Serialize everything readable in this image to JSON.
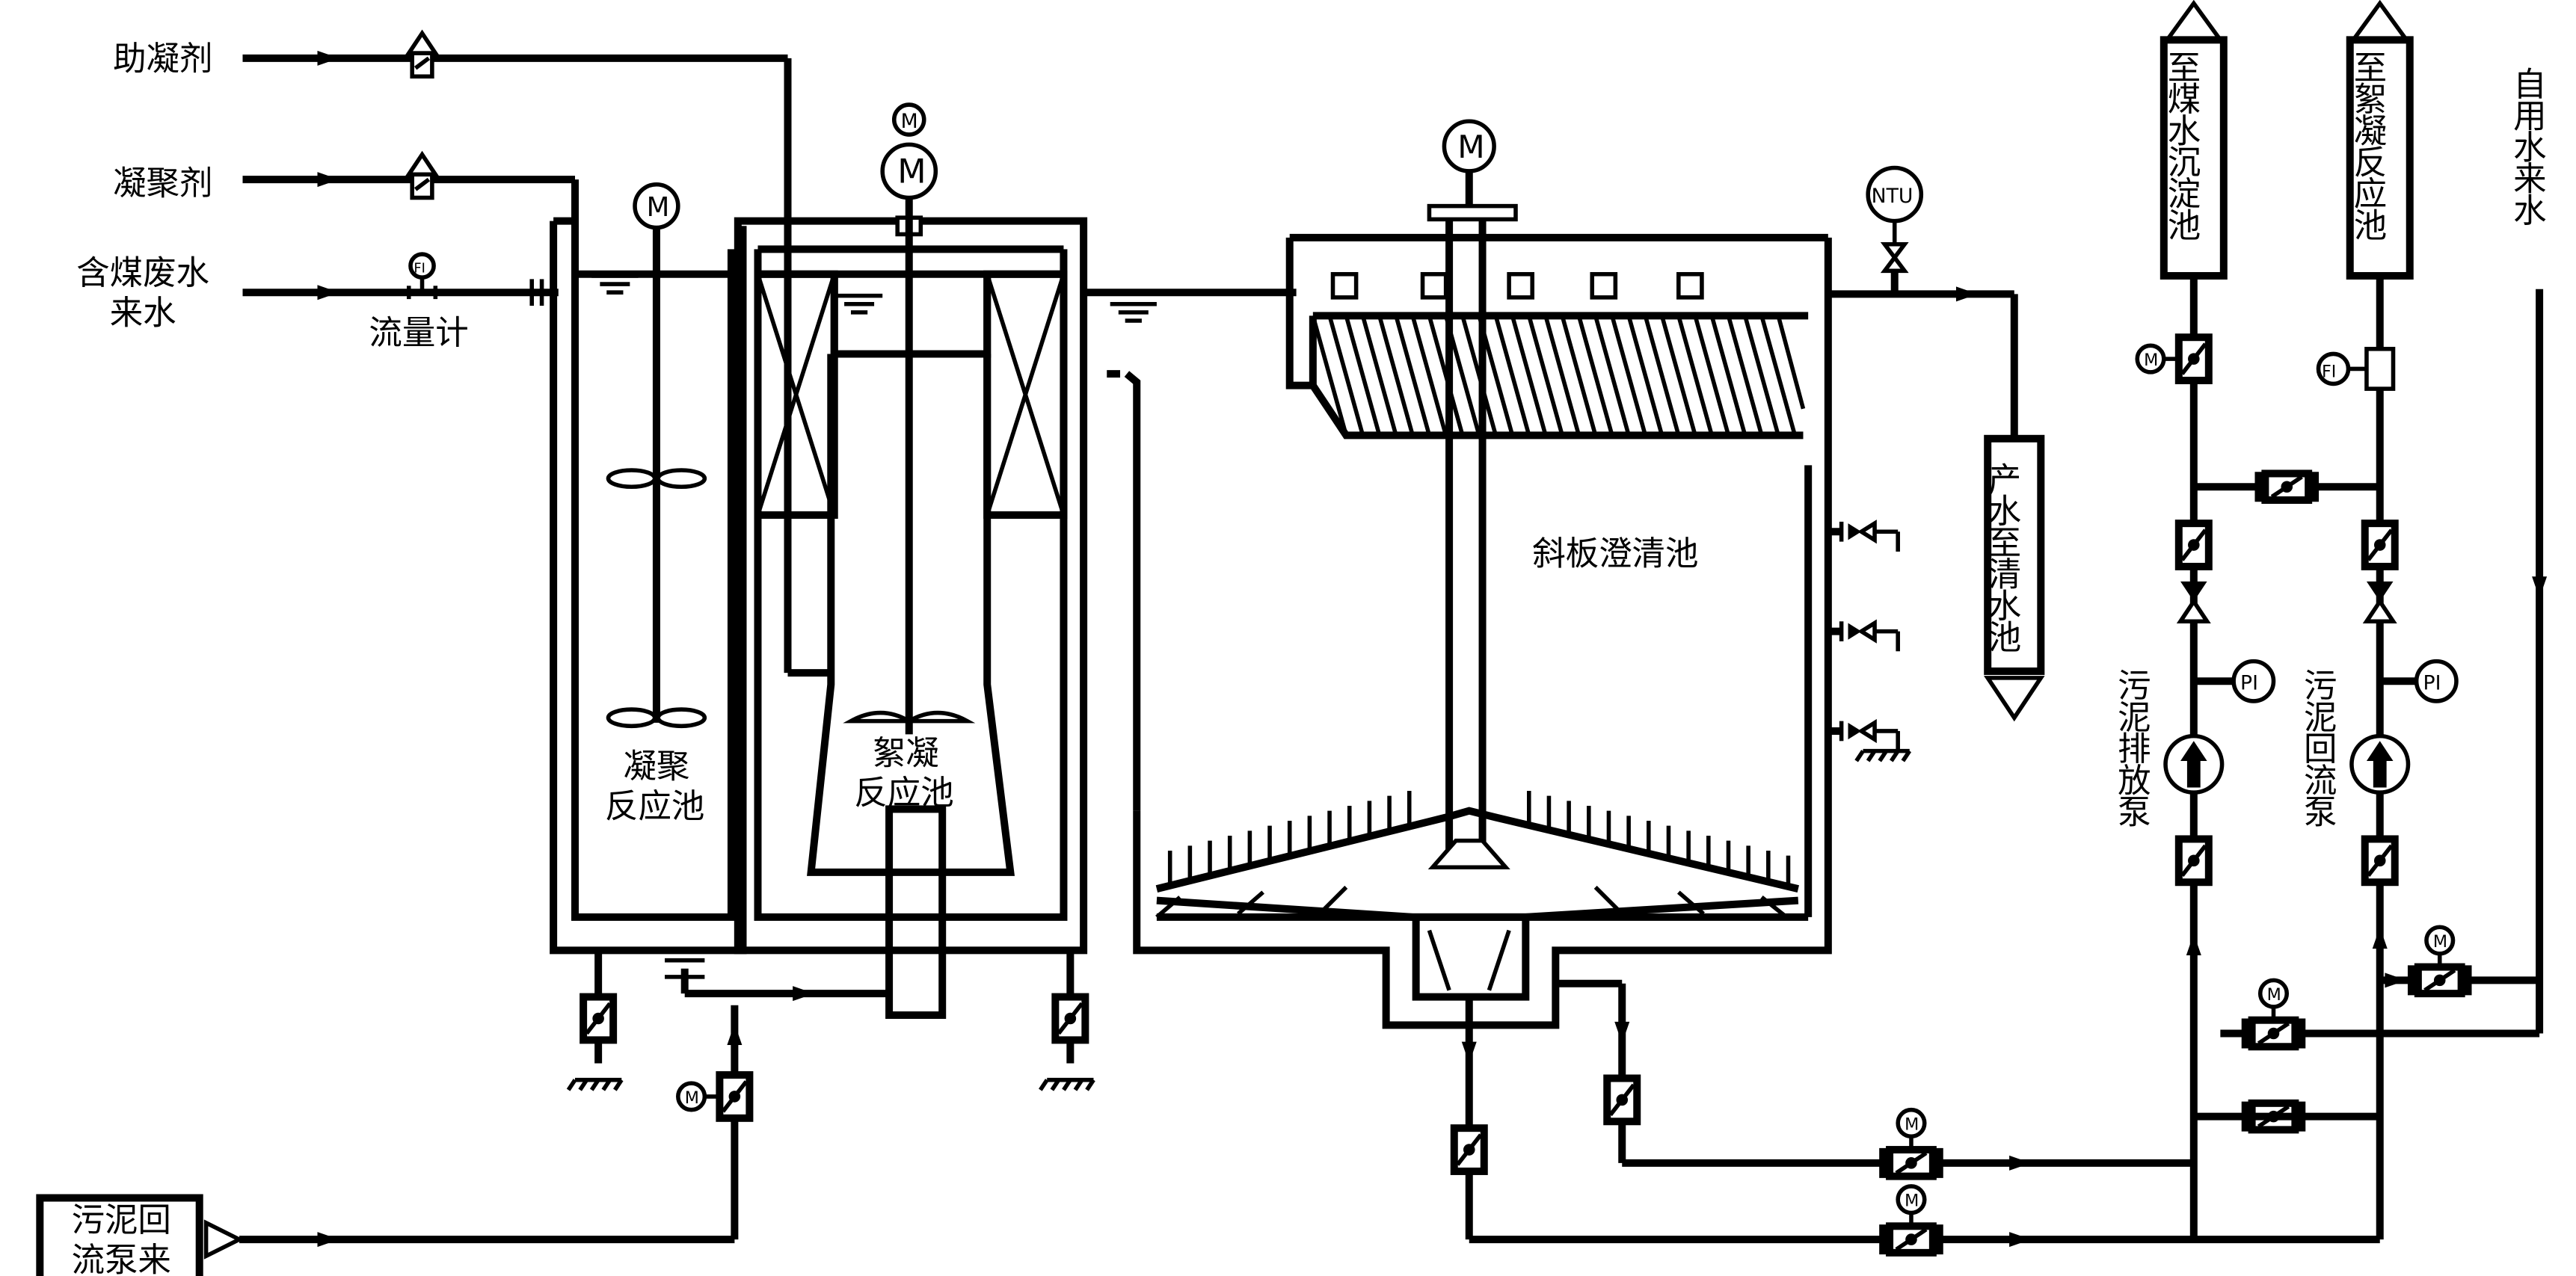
{
  "inputs": {
    "coagulant_aid": "助凝剂",
    "coagulant": "凝聚剂",
    "raw_water_line1": "含煤废水",
    "raw_water_line2": "来水",
    "flowmeter": "流量计",
    "sludge_return_line1": "污泥回",
    "sludge_return_line2": "流泵来"
  },
  "tanks": {
    "coag_line1": "凝聚",
    "coag_line2": "反应池",
    "floc_line1": "絮凝",
    "floc_line2": "反应池",
    "clarifier": "斜板澄清池"
  },
  "outlets": {
    "product": "产水至清水池",
    "to_sedimentation": "至煤水沉淀池",
    "to_flocculation": "至絮凝反应池",
    "service_water": "自用水来水"
  },
  "pumps": {
    "discharge": "污泥排放泵",
    "return": "污泥回流泵"
  },
  "instruments": {
    "motor": "M",
    "turbidity": "NTU",
    "pressure": "PI",
    "flow": "FI"
  }
}
